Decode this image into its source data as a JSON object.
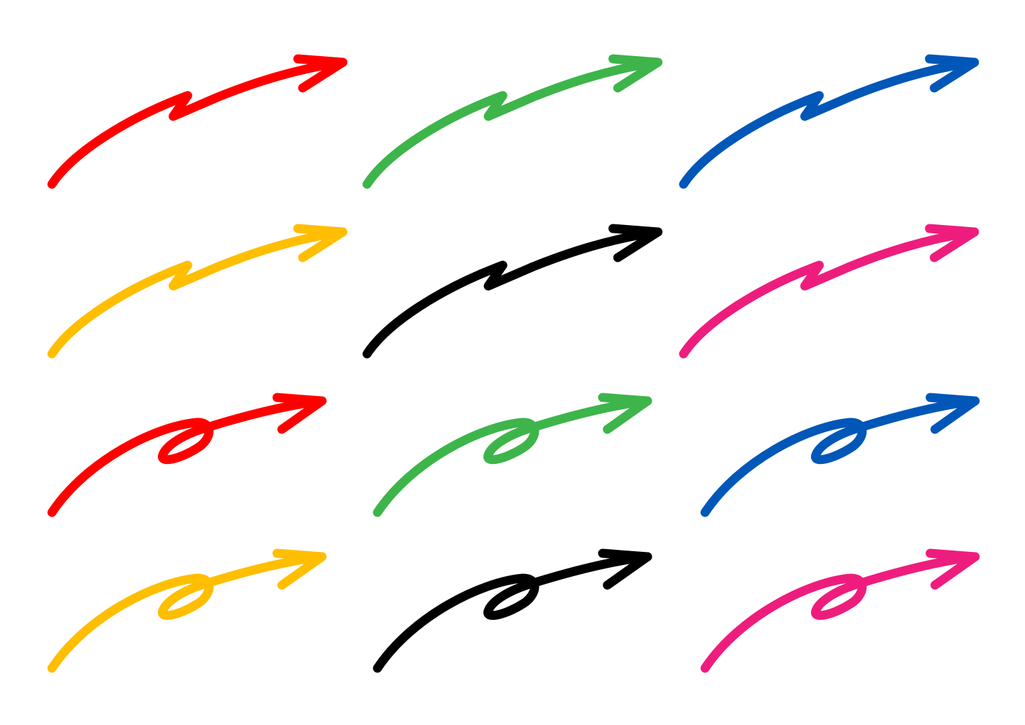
{
  "artwork": {
    "background": "#ffffff",
    "arrows": [
      {
        "style": "zigzag",
        "color": "#ff0000"
      },
      {
        "style": "zigzag",
        "color": "#3db54a"
      },
      {
        "style": "zigzag",
        "color": "#0057b8"
      },
      {
        "style": "zigzag",
        "color": "#ffbe00"
      },
      {
        "style": "zigzag",
        "color": "#000000"
      },
      {
        "style": "zigzag",
        "color": "#ee1d7d"
      },
      {
        "style": "loop",
        "color": "#ff0000"
      },
      {
        "style": "loop",
        "color": "#3db54a"
      },
      {
        "style": "loop",
        "color": "#0057b8"
      },
      {
        "style": "loop",
        "color": "#ffbe00"
      },
      {
        "style": "loop",
        "color": "#000000"
      },
      {
        "style": "loop",
        "color": "#ee1d7d"
      }
    ]
  }
}
